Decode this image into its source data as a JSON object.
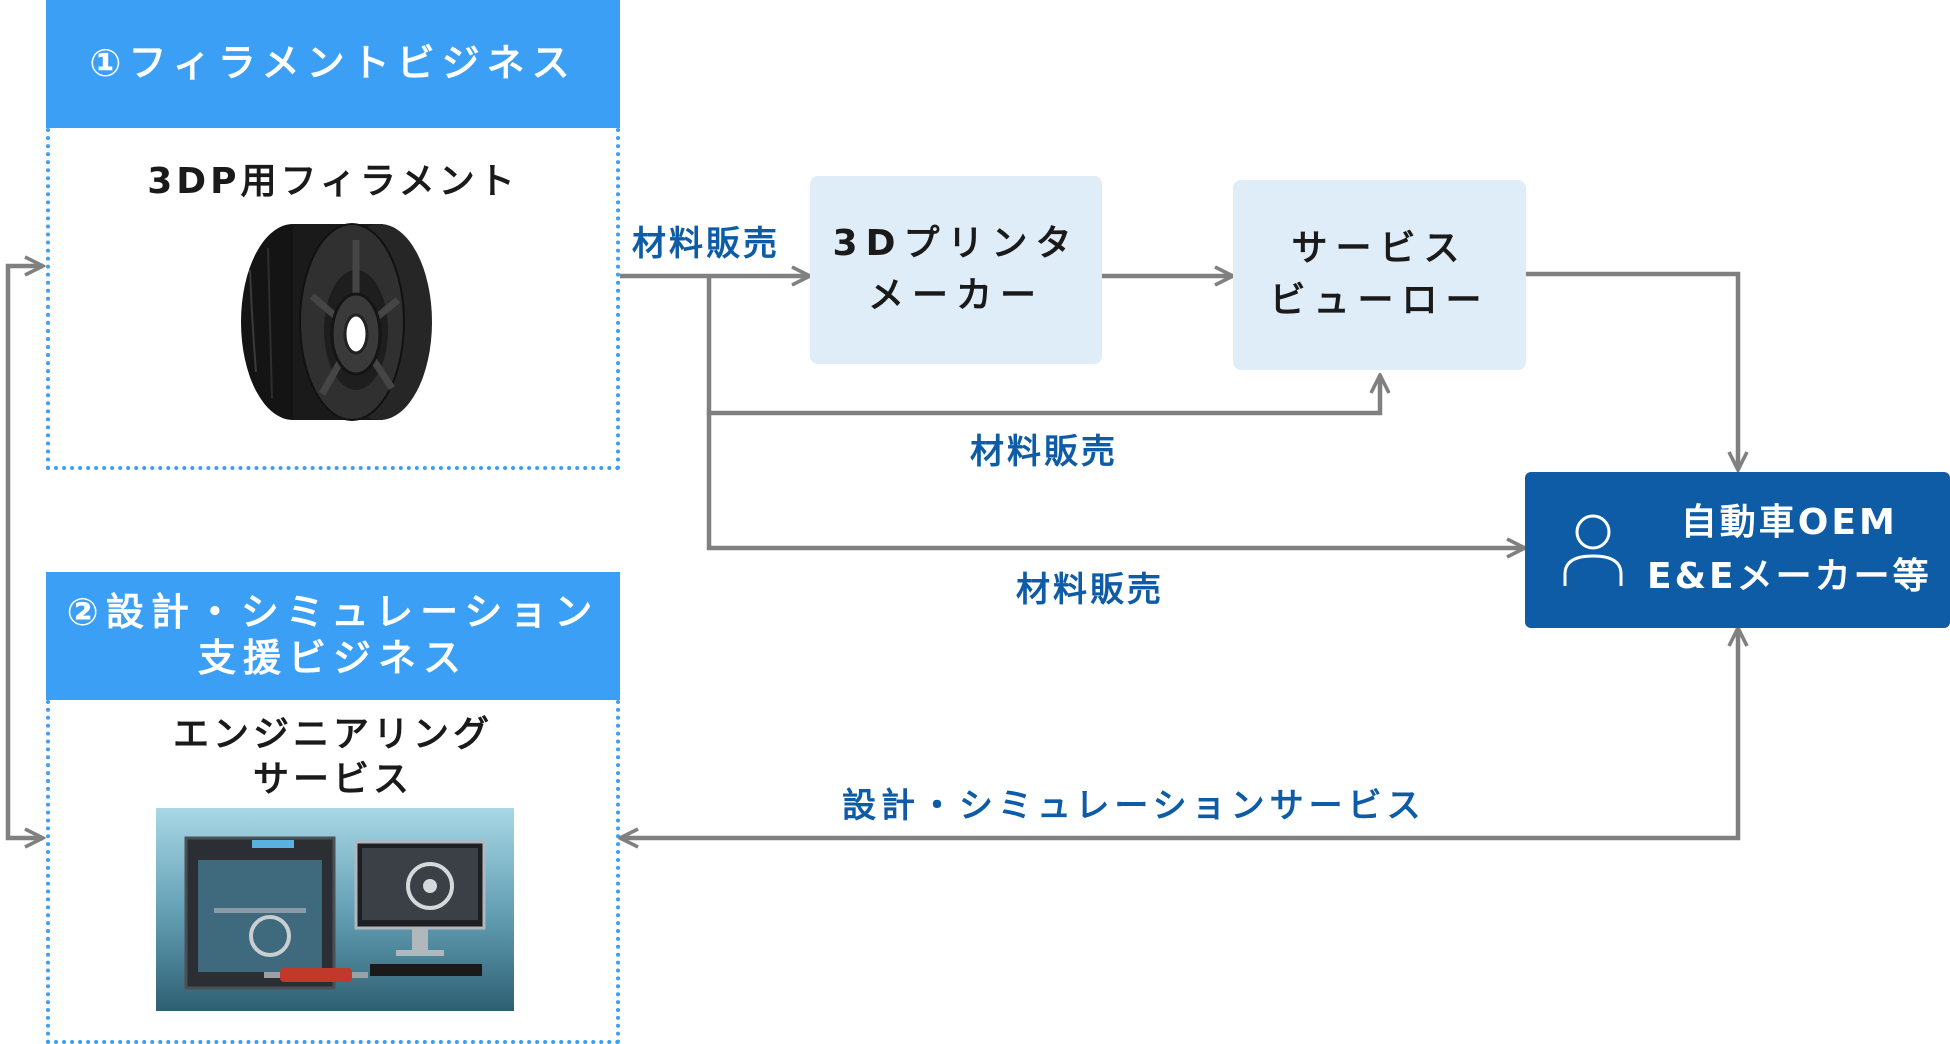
{
  "business1": {
    "header": "①フィラメントビジネス",
    "product_title": "3DP用フィラメント",
    "image": "filament-spool"
  },
  "business2": {
    "header_line1": "②設計・シミュレーション",
    "header_line2": "支援ビジネス",
    "product_title_line1": "エンジニアリング",
    "product_title_line2": "サービス",
    "image": "3d-printer-and-cad-workstation"
  },
  "nodes": {
    "printer_maker": {
      "line1": "3Dプリンタ",
      "line2": "メーカー"
    },
    "service_bureau": {
      "line1": "サービス",
      "line2": "ビューロー"
    },
    "oem": {
      "line1": "自動車OEM",
      "line2": "E&Eメーカー等",
      "icon": "person-icon"
    }
  },
  "edge_labels": {
    "to_printer_maker": "材料販売",
    "to_service_bureau": "材料販売",
    "to_oem": "材料販売",
    "design_service": "設計・シミュレーションサービス"
  },
  "colors": {
    "header_blue": "#3a9ff5",
    "node_fill": "#deedf8",
    "oem_fill": "#0e5ba6",
    "label_blue": "#0e5ba6",
    "arrow_gray": "#808080"
  }
}
